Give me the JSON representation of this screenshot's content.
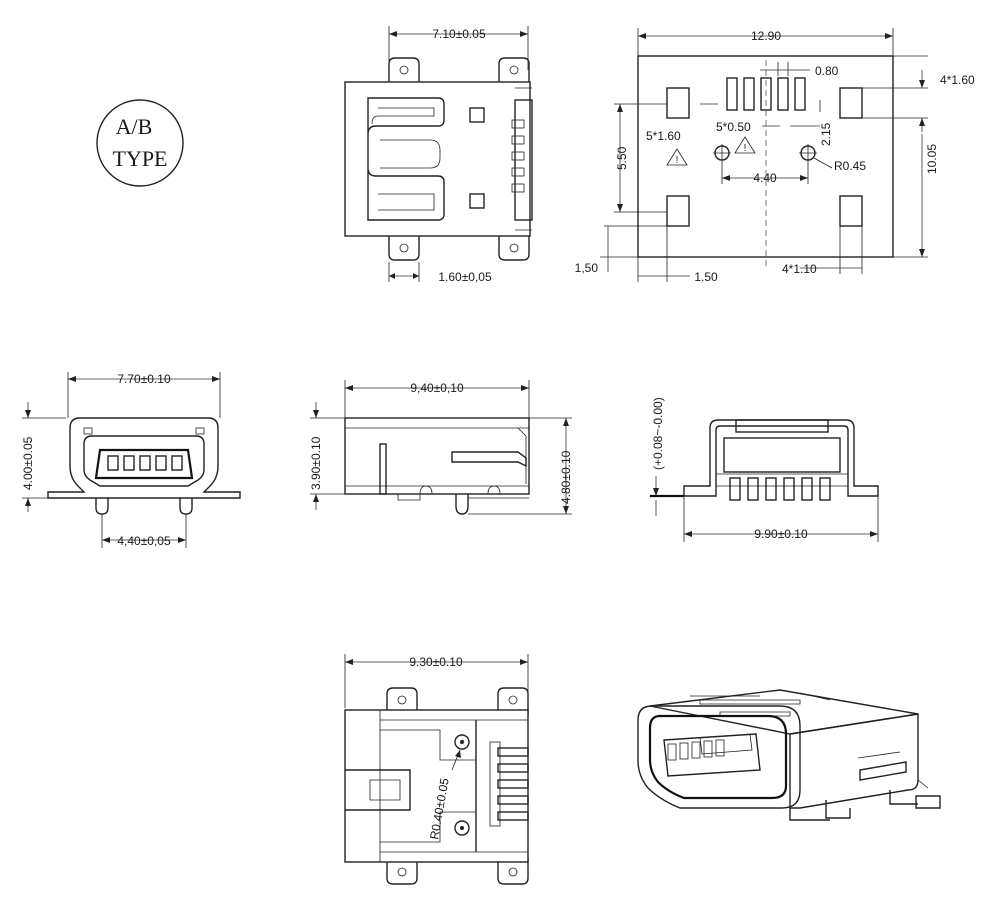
{
  "type_badge": {
    "line1": "A/B",
    "line2": "TYPE"
  },
  "top_view": {
    "width_dim": "7.10±0.05",
    "pin_dim": "1.60±0,05"
  },
  "footprint": {
    "width_dim": "12.90",
    "pitch_dim": "0.80",
    "side_pad_dim": "4*1.60",
    "pad_height_dim": "5*1.60",
    "pad_width_dim": "5*0.50",
    "pad_offset_dim": "2.15",
    "hole_dim": "R0.45",
    "hole_spacing_dim": "4.40",
    "row_spacing_dim": "5.50",
    "height_dim": "10.05",
    "bottom_offset_dim": "1,50",
    "left_offset_dim": "1.50",
    "side_pad_width_dim": "4*1.10"
  },
  "front_view": {
    "width_dim": "7.70±0.10",
    "height_dim": "4.00±0.05",
    "pin_span_dim": "4,40±0,05"
  },
  "side_view": {
    "length_dim": "9,40±0,10",
    "height_dim": "3.90±0.10",
    "total_height_dim": "4.80±0.10"
  },
  "rear_view": {
    "coplanarity_dim": "(+0.08~-0.00)",
    "width_dim": "9.90±0.10"
  },
  "bottom_view": {
    "length_dim": "9.30±0.10",
    "post_dim": "R0.40±0.05"
  }
}
